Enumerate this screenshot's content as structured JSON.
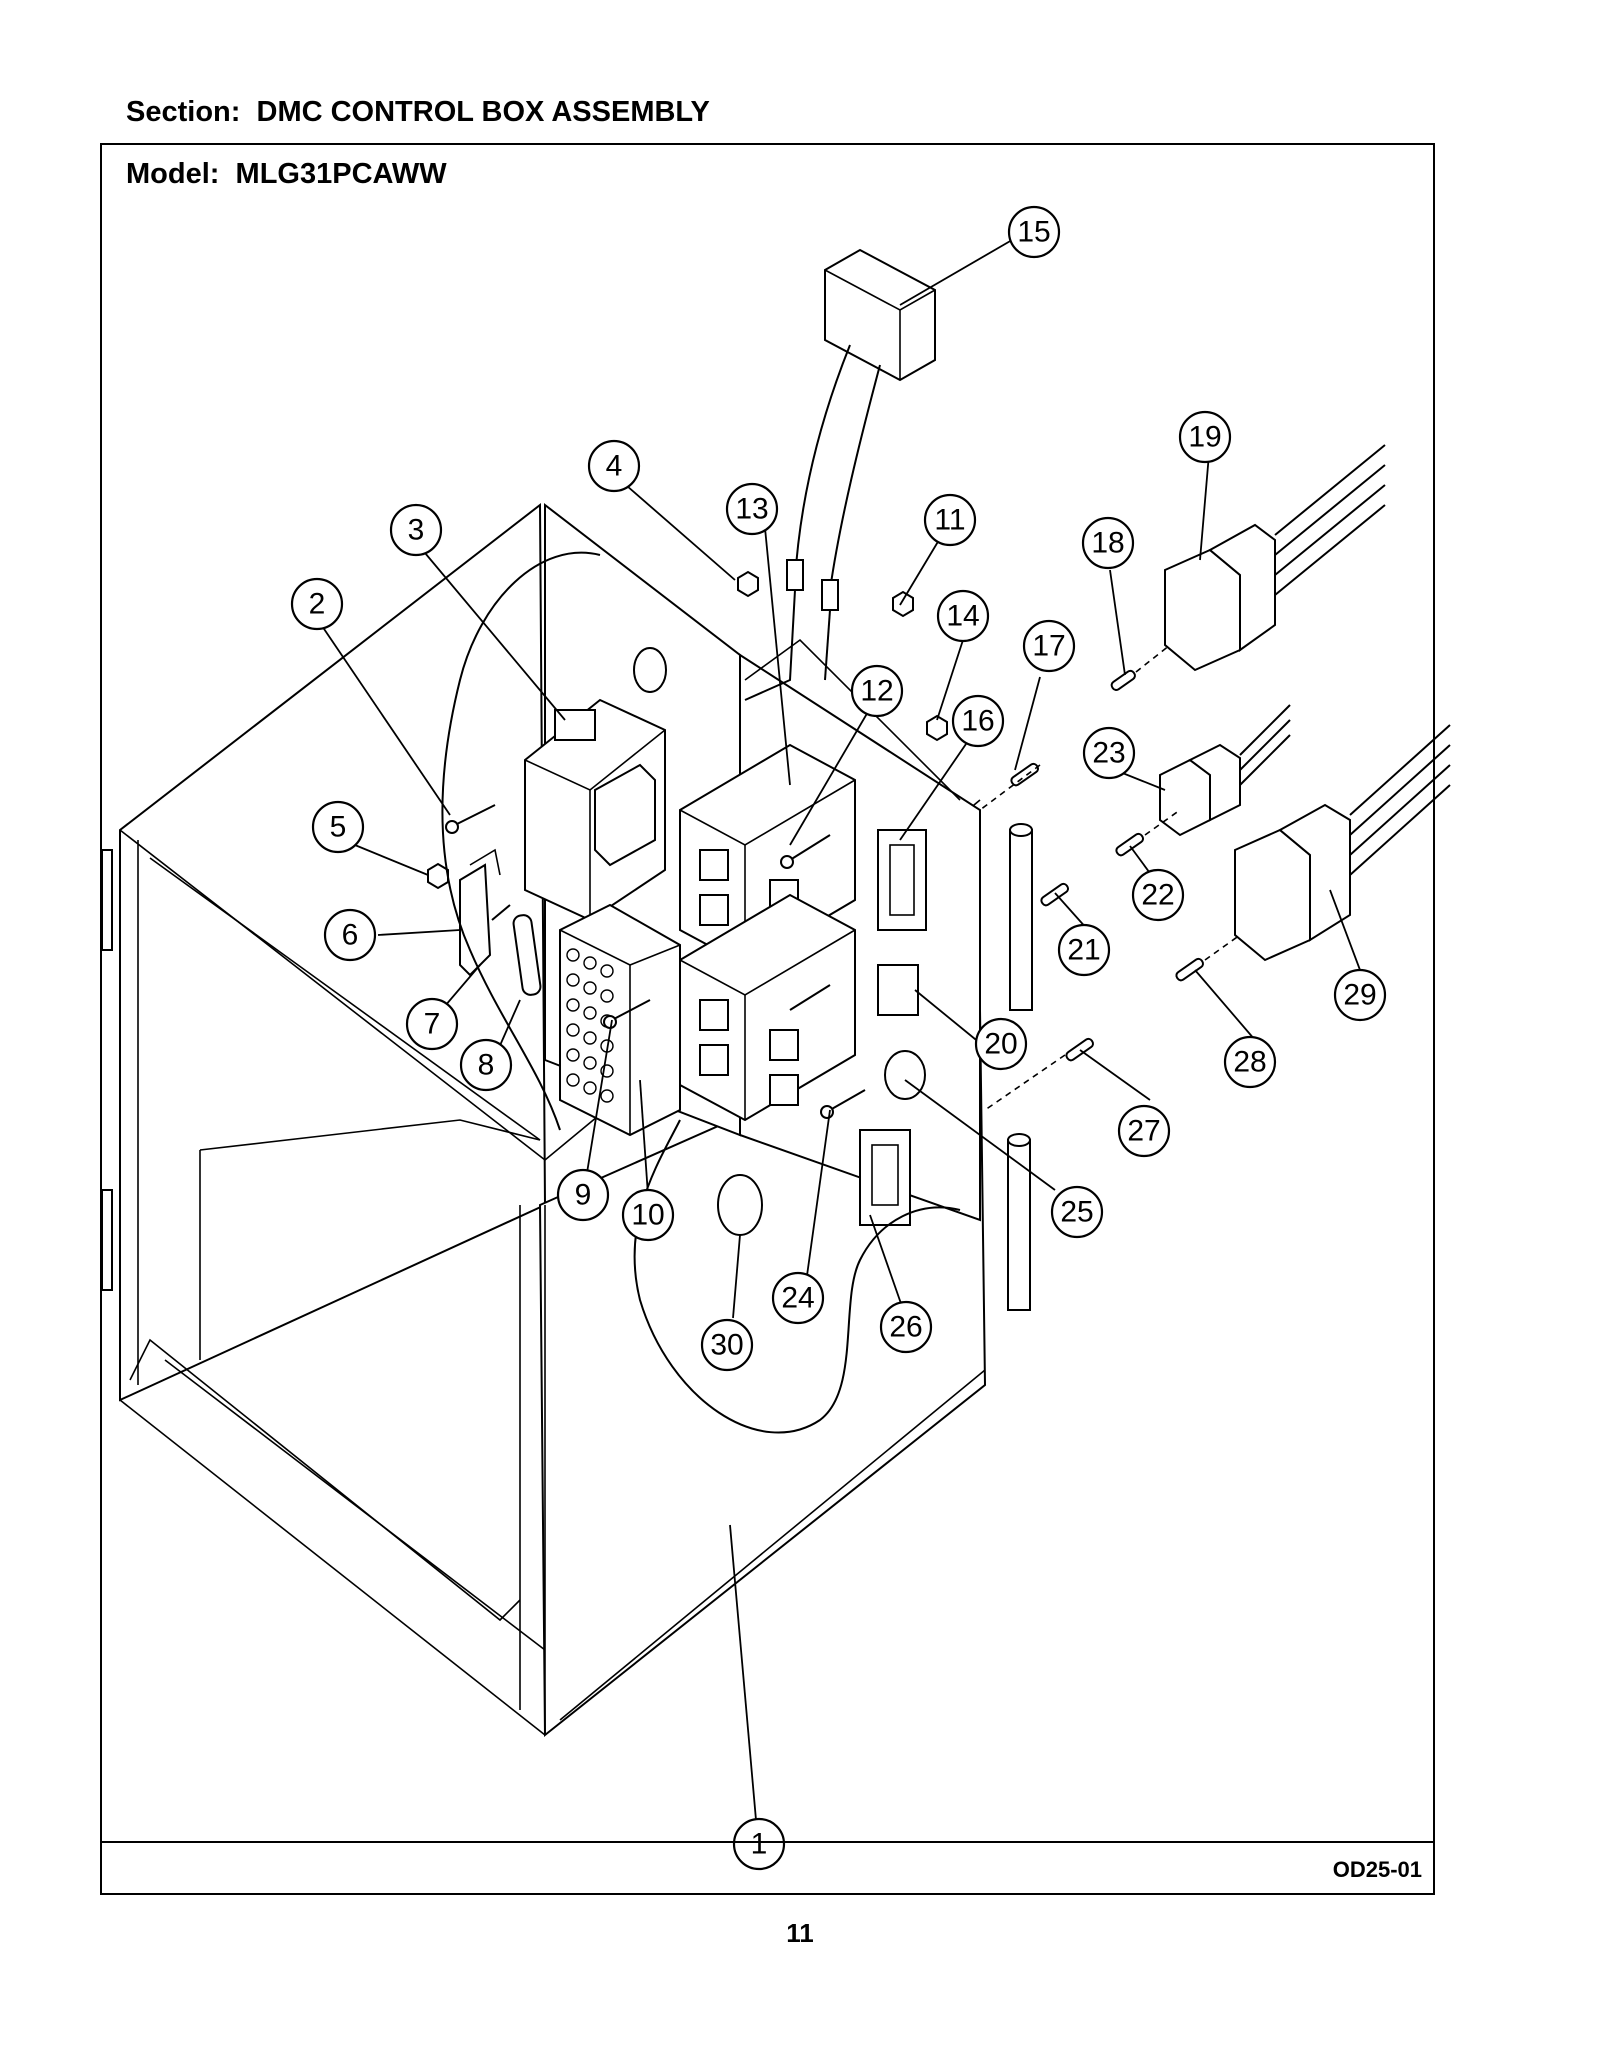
{
  "header": {
    "section_label": "Section:  DMC CONTROL BOX ASSEMBLY",
    "model_label": "Model:  MLG31PCAWW"
  },
  "footer": {
    "drawing_code": "OD25-01",
    "page_number": "11"
  },
  "callouts": [
    "1",
    "2",
    "3",
    "4",
    "5",
    "6",
    "7",
    "8",
    "9",
    "10",
    "11",
    "12",
    "13",
    "14",
    "15",
    "16",
    "17",
    "18",
    "19",
    "20",
    "21",
    "22",
    "23",
    "24",
    "25",
    "26",
    "27",
    "28",
    "29",
    "30"
  ]
}
